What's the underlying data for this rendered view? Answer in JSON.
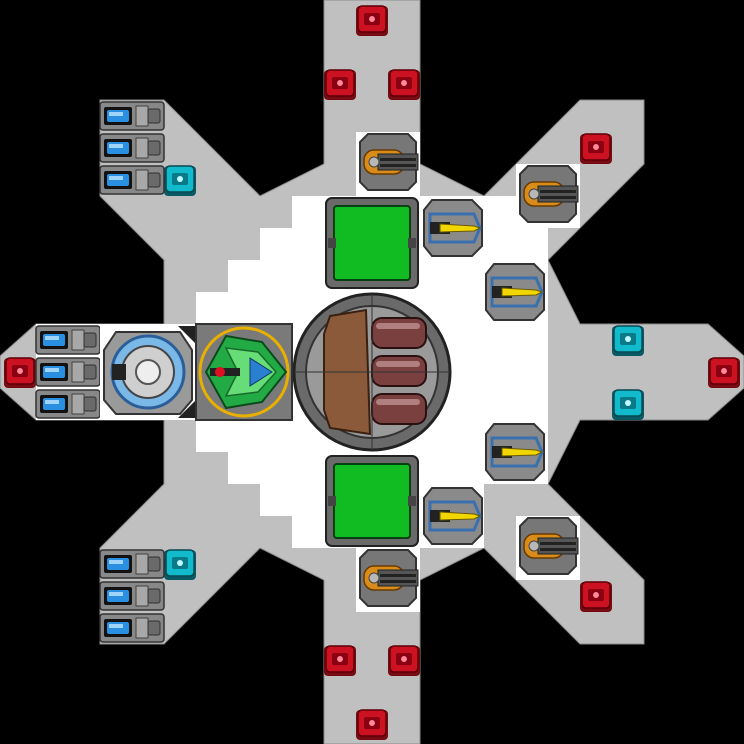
{
  "colors": {
    "background": "#000000",
    "hull": "#c0c0c0",
    "hull_light": "#ffffff",
    "hull_edge": "#8a8a8a",
    "tile_red": "#cc1122",
    "tile_cyan": "#11bbcc",
    "pad_green": "#11bb22",
    "engine_blue": "#2a8fe0",
    "cannon_orange": "#d98c1a",
    "missile_yellow": "#f2d600",
    "launcher_blue": "#3a6fb0",
    "command_green": "#22aa44",
    "command_ring": "#e8b000",
    "reactor_brown": "#8a5a3a",
    "reactor_barrel": "#7a4040",
    "grey_dark": "#555555",
    "grey_mid": "#888888"
  },
  "modules": {
    "command": "command-module",
    "reactor": "reactor-core",
    "shield": "shield-generator",
    "hangar": "hangar-pad",
    "cannon": "autocannon-turret",
    "missile": "missile-launcher",
    "engine": "thruster-engine",
    "port_red": "red-hardpoint",
    "port_cyan": "cyan-hardpoint"
  }
}
